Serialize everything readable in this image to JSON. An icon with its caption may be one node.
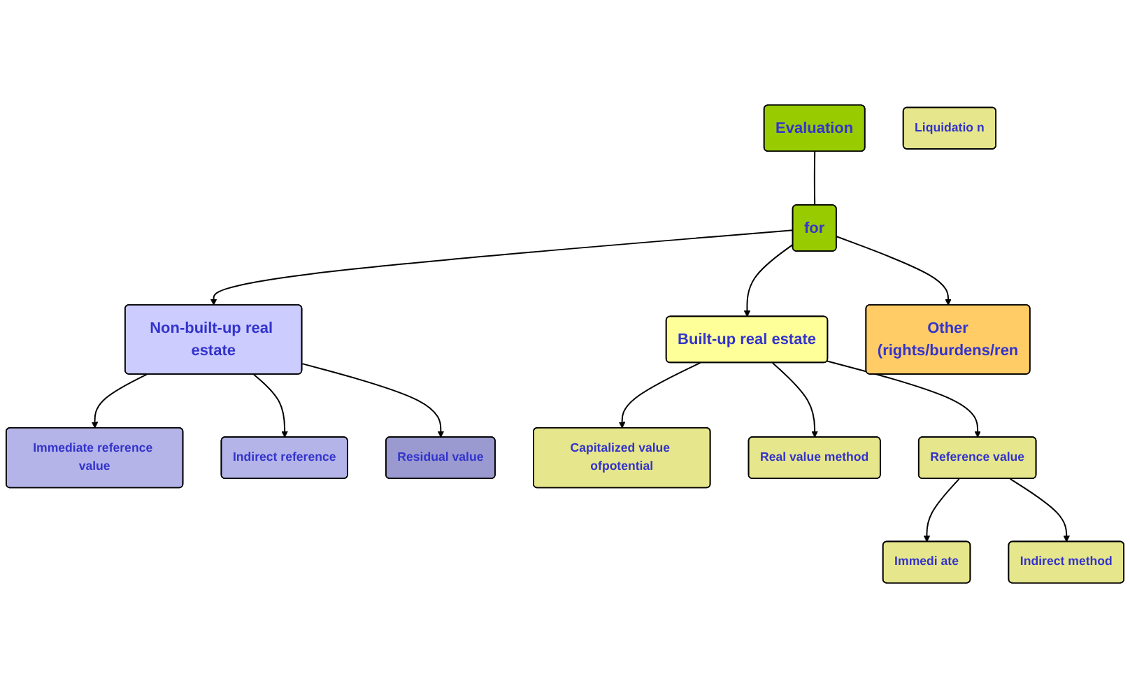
{
  "diagram": {
    "nodes": [
      {
        "text": [
          "Evaluation"
        ]
      },
      {
        "text": [
          "for"
        ]
      },
      {
        "text": [
          "Non-built-up real estate"
        ]
      },
      {
        "text": [
          "Built-up real estate"
        ]
      },
      {
        "text": [
          "Other",
          "(rights/burdens/ren"
        ]
      },
      {
        "text": [
          "Immediate reference value"
        ]
      },
      {
        "text": [
          "Indirect reference"
        ]
      },
      {
        "text": [
          "Residual value"
        ]
      },
      {
        "text": [
          "Capitalized value ofpotential"
        ]
      },
      {
        "text": [
          "Real value method"
        ]
      },
      {
        "text": [
          "Reference value"
        ]
      },
      {
        "text": [
          "Liquidatio n"
        ]
      },
      {
        "text": [
          "Immedi ate"
        ]
      },
      {
        "text": [
          "Indirect method"
        ]
      }
    ],
    "edges": [
      {
        "from": 0,
        "to": 1,
        "arrow": "none"
      },
      {
        "from": 1,
        "to": 2,
        "arrow": "to"
      },
      {
        "from": 1,
        "to": 3,
        "arrow": "to"
      },
      {
        "from": 1,
        "to": 4,
        "arrow": "to"
      },
      {
        "from": 2,
        "to": 5,
        "arrow": "to"
      },
      {
        "from": 2,
        "to": 6,
        "arrow": "to"
      },
      {
        "from": 2,
        "to": 7,
        "arrow": "to"
      },
      {
        "from": 3,
        "to": 8,
        "arrow": "to"
      },
      {
        "from": 3,
        "to": 9,
        "arrow": "to"
      },
      {
        "from": 3,
        "to": 10,
        "arrow": "to"
      },
      {
        "from": 10,
        "to": 12,
        "arrow": "to"
      },
      {
        "from": 10,
        "to": 13,
        "arrow": "to"
      }
    ]
  }
}
